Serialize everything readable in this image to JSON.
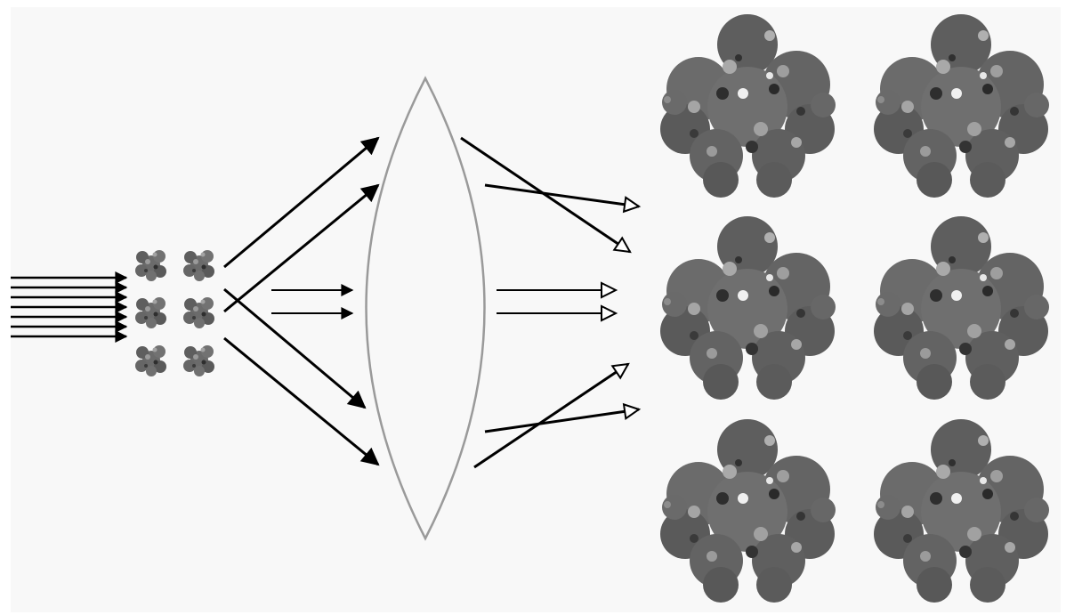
{
  "figure": {
    "panel_color": "#f8f8f8",
    "ink_color": "#000000",
    "lens_color": "#9a9a9a",
    "molecule_color": "#6b6b6b",
    "molecule_shadow": "#2e2e2e",
    "molecule_highlight": "#a9a9a9",
    "arrow_head_styles": [
      "filled",
      "open"
    ],
    "crystal_grid": {
      "rows": 3,
      "columns": 2
    },
    "image_grid": {
      "rows": 3,
      "columns": 2
    },
    "incident_beam_line_count": 7,
    "icons": [
      "incident-beam-icon",
      "crystal-icon",
      "converging-lens-icon",
      "diffracted-ray-icon",
      "focused-ray-icon",
      "magnified-molecule-icon"
    ]
  }
}
